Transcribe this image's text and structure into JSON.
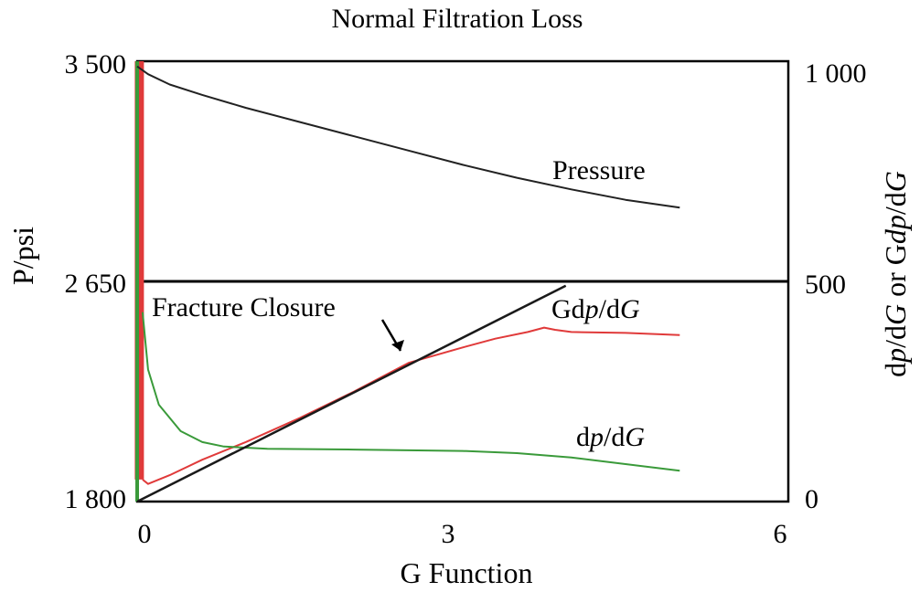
{
  "chart_data": {
    "type": "line",
    "title": "Normal Filtration Loss",
    "xlabel": "G Function",
    "ylabel_left": "P/psi",
    "ylabel_right_parts": [
      "d",
      "p",
      "/d",
      "G",
      " or G",
      "dp",
      "/d",
      "G"
    ],
    "ylabel_right": "dp/dG or Gdp/dG",
    "xlim": [
      0,
      6
    ],
    "x_ticks": [
      {
        "value": 0,
        "label": "0"
      },
      {
        "value": 3,
        "label": "3"
      },
      {
        "value": 6,
        "label": "6"
      }
    ],
    "y_left_ticks": [
      {
        "value": 1800,
        "label": "1 800"
      },
      {
        "value": 2650,
        "label": "2 650"
      },
      {
        "value": 3500,
        "label": "3 500"
      }
    ],
    "y_right_ticks": [
      {
        "value": 0,
        "label": "0"
      },
      {
        "value": 500,
        "label": "500"
      },
      {
        "value": 1000,
        "label": "1 000"
      }
    ],
    "ylim_left": [
      1800,
      3500
    ],
    "ylim_right": [
      0,
      1000
    ],
    "colors": {
      "pressure": "#222222",
      "gdpdg": "#e03a3a",
      "dpdg": "#3a9a3a",
      "tangent": "#1a1a1a"
    },
    "series": [
      {
        "name": "Pressure",
        "axis": "left",
        "color": "#222222",
        "x": [
          0.0,
          0.1,
          0.3,
          0.6,
          1.0,
          1.5,
          2.0,
          2.5,
          3.0,
          3.5,
          4.0,
          4.5,
          5.0
        ],
        "y": [
          3480,
          3450,
          3410,
          3370,
          3320,
          3265,
          3210,
          3155,
          3100,
          3050,
          3005,
          2965,
          2935
        ]
      },
      {
        "name": "Gdp/dG",
        "axis": "right",
        "color": "#e03a3a",
        "x": [
          0.05,
          0.1,
          0.3,
          0.6,
          1.0,
          1.5,
          2.0,
          2.5,
          3.0,
          3.3,
          3.6,
          3.75,
          3.85,
          4.0,
          4.5,
          5.0
        ],
        "y": [
          50,
          40,
          60,
          95,
          135,
          190,
          250,
          315,
          350,
          370,
          385,
          395,
          390,
          385,
          383,
          378
        ]
      },
      {
        "name": "dp/dG",
        "axis": "right",
        "color": "#3a9a3a",
        "x": [
          0.05,
          0.1,
          0.2,
          0.4,
          0.6,
          0.8,
          1.2,
          2.0,
          3.0,
          3.5,
          4.0,
          4.5,
          5.0
        ],
        "y": [
          430,
          300,
          220,
          160,
          135,
          125,
          120,
          118,
          115,
          110,
          100,
          85,
          70
        ]
      },
      {
        "name": "Tangent",
        "axis": "right",
        "color": "#1a1a1a",
        "x": [
          0.0,
          3.95
        ],
        "y": [
          0,
          490
        ]
      }
    ],
    "annotations": [
      {
        "text": "Pressure",
        "x": 3.8,
        "y_right": 760
      },
      {
        "text": "Fracture Closure",
        "x": 0.1,
        "y_right": 430,
        "arrow_to_x": 2.4,
        "arrow_to_y_right": 325
      },
      {
        "text_parts": [
          "Gd",
          "p",
          "/d",
          "G"
        ],
        "text": "Gdp/dG",
        "x": 4.0,
        "y_right": 405
      },
      {
        "text_parts": [
          "d",
          "p",
          "/d",
          "G"
        ],
        "text": "dp/dG",
        "x": 4.0,
        "y_right": 145
      }
    ],
    "grid": false,
    "legend": "none"
  }
}
